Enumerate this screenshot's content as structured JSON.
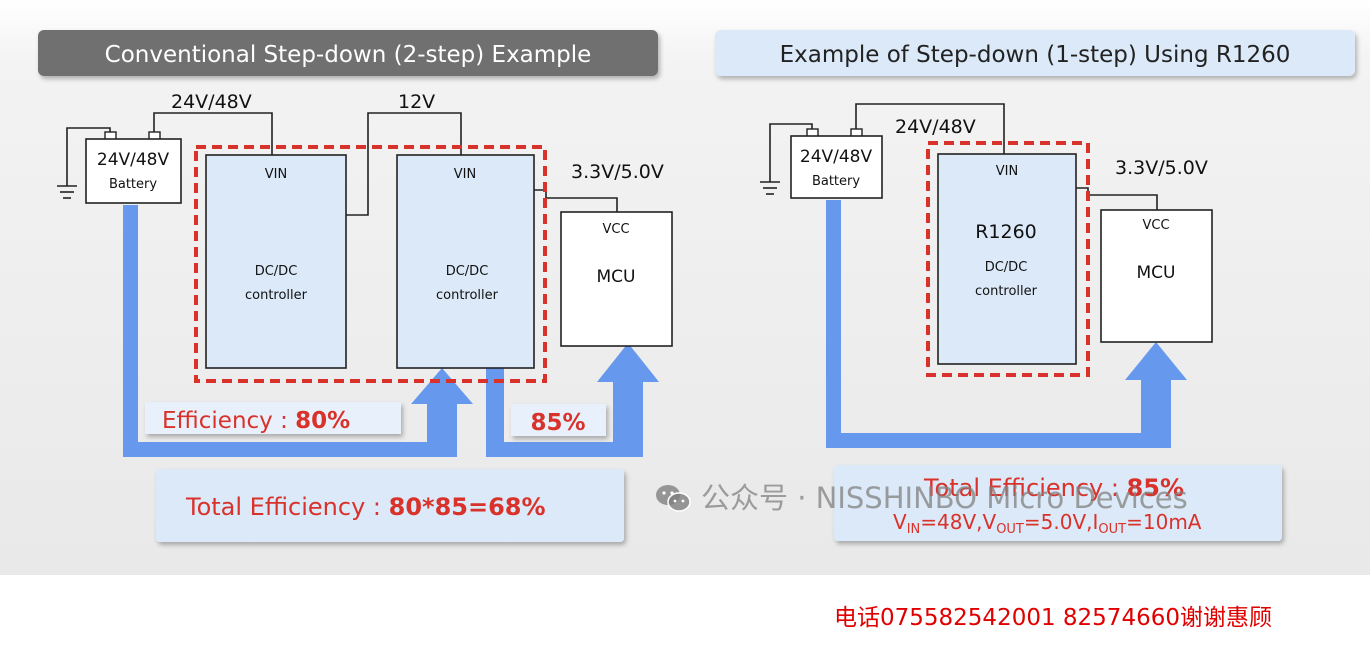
{
  "left": {
    "title": "Conventional Step-down (2-step) Example",
    "battery": {
      "voltage": "24V/48V",
      "label": "Battery"
    },
    "rail_in": "24V/48V",
    "rail_mid": "12V",
    "rail_out": "3.3V/5.0V",
    "controller1": {
      "pin": "VIN",
      "line1": "DC/DC",
      "line2": "controller"
    },
    "controller2": {
      "pin": "VIN",
      "line1": "DC/DC",
      "line2": "controller"
    },
    "mcu": {
      "pin": "VCC",
      "label": "MCU"
    },
    "eff1_prefix": "Efficiency : ",
    "eff1_value": "80%",
    "eff2_value": "85%",
    "total_prefix": "Total Efficiency : ",
    "total_value": "80*85=68%"
  },
  "right": {
    "title": "Example of Step-down (1-step) Using R1260",
    "battery": {
      "voltage": "24V/48V",
      "label": "Battery"
    },
    "rail_in": "24V/48V",
    "rail_out": "3.3V/5.0V",
    "controller": {
      "pin": "VIN",
      "name": "R1260",
      "line1": "DC/DC",
      "line2": "controller"
    },
    "mcu": {
      "pin": "VCC",
      "label": "MCU"
    },
    "total_prefix": "Total Efficiency : ",
    "total_value": "85%",
    "conditions": {
      "vin_sym": "V",
      "vin_sub": "IN",
      "vin_val": "=48V,",
      "vout_sym": "V",
      "vout_sub": "OUT",
      "vout_val": "=5.0V,",
      "iout_sym": "I",
      "iout_sub": "OUT",
      "iout_val": "=10mA"
    }
  },
  "watermark": "公众号 · NISSHINBO Micro Devices",
  "footer": "电话075582542001 82574660谢谢惠顾",
  "colors": {
    "accent_red": "#d9322a",
    "arrow_blue": "#6699ee",
    "box_fill": "#dbe9f9",
    "banner_gray": "#707070",
    "banner_blue": "#dce9f8"
  }
}
